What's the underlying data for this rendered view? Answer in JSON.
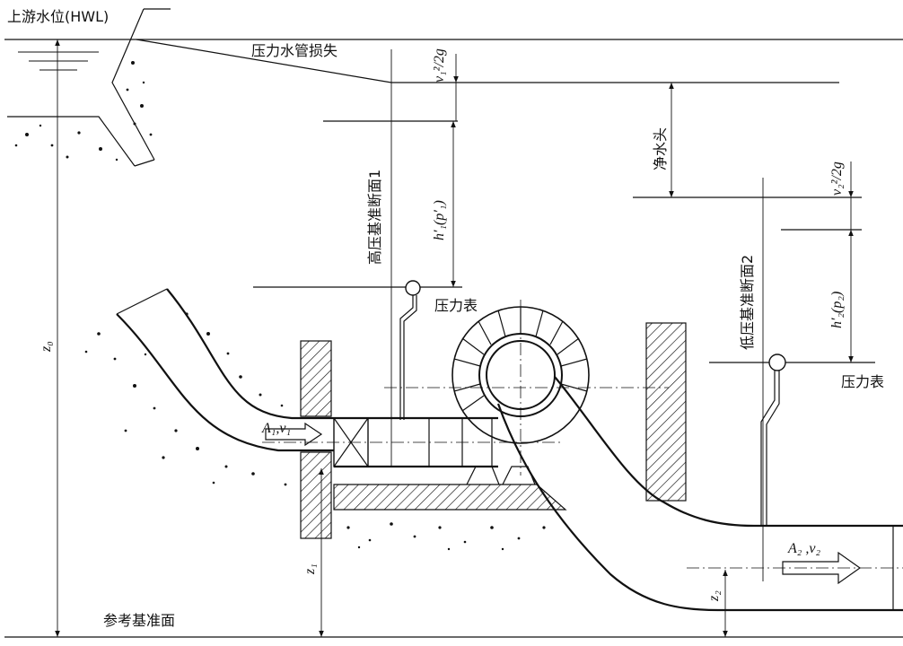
{
  "labels": {
    "upstream_water_level": "上游水位(HWL)",
    "penstock_loss": "压力水管损失",
    "net_head": "净水头",
    "high_pressure_section": "高压基准断面1",
    "low_pressure_section": "低压基准断面2",
    "pressure_gauge_1": "压力表",
    "pressure_gauge_2": "压力表",
    "reference_datum": "参考基准面"
  },
  "symbols": {
    "velocity_head_1": "v₁²/2g",
    "pressure_head_1": "h′₁(p′₁)",
    "velocity_head_2": "v₂²/2g",
    "pressure_head_2": "h′₂(p₂)",
    "elevation_0": "z₀",
    "elevation_1": "z₁",
    "elevation_2": "z₂",
    "inlet_area_velocity": "A₁,v₁",
    "outlet_area_velocity": "A₂ ,v₂"
  }
}
